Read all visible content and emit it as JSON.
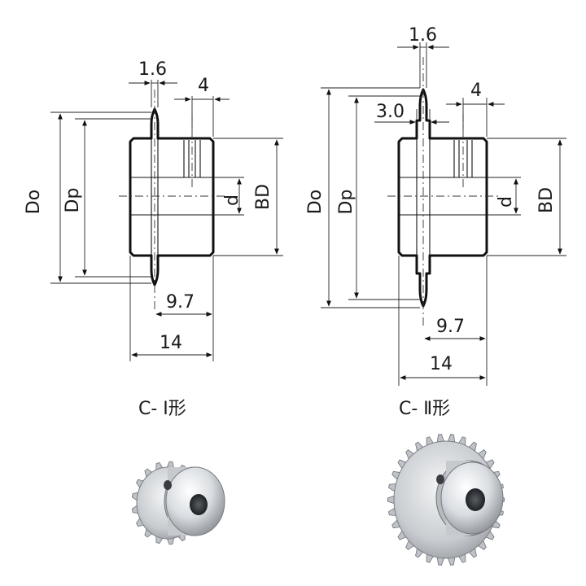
{
  "figures": [
    {
      "caption": "C- Ⅰ形",
      "labels": {
        "tooth_width": "1.6",
        "set_screw_offset": "4",
        "outside_diameter": "Do",
        "pitch_diameter": "Dp",
        "bore": "d",
        "boss_diameter": "BD",
        "hub_length": "9.7",
        "overall_length": "14"
      }
    },
    {
      "caption": "C- Ⅱ形",
      "labels": {
        "tooth_width": "1.6",
        "plate_width": "3.0",
        "set_screw_offset": "4",
        "outside_diameter": "Do",
        "pitch_diameter": "Dp",
        "bore": "d",
        "boss_diameter": "BD",
        "hub_length": "9.7",
        "overall_length": "14"
      }
    }
  ],
  "colors": {
    "line": "#111111",
    "metal_light": "#e6e9ec",
    "metal_dark": "#8c9096"
  }
}
